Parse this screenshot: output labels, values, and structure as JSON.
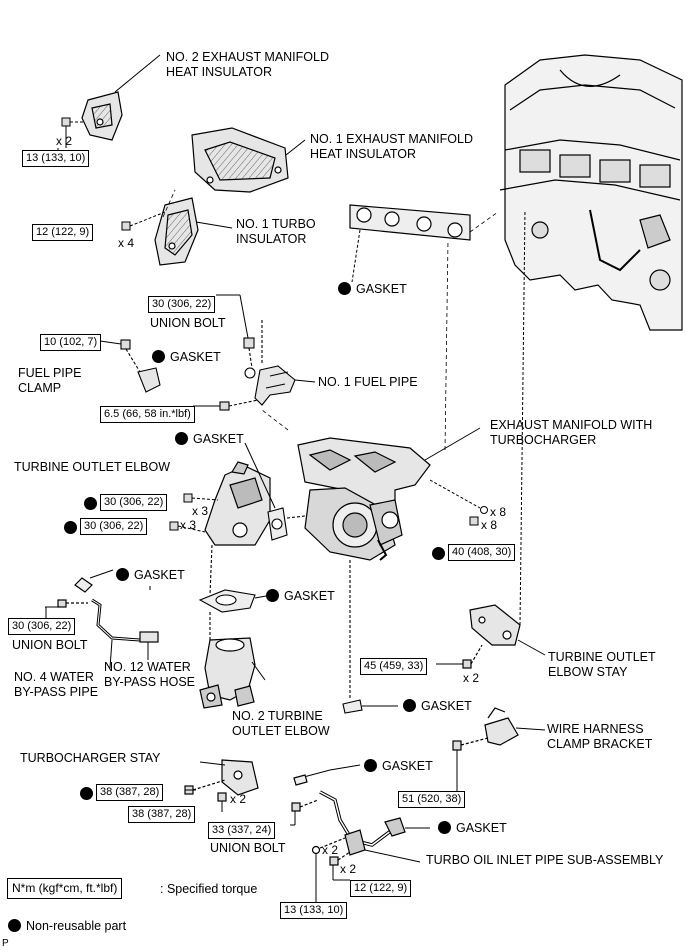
{
  "labels": {
    "no2_exhaust_heat_insulator": [
      "NO. 2 EXHAUST MANIFOLD",
      "HEAT INSULATOR"
    ],
    "no1_exhaust_heat_insulator": [
      "NO. 1 EXHAUST MANIFOLD",
      "HEAT INSULATOR"
    ],
    "no1_turbo_insulator": [
      "NO. 1 TURBO",
      "INSULATOR"
    ],
    "gasket": "GASKET",
    "union_bolt": "UNION BOLT",
    "fuel_pipe_clamp": [
      "FUEL PIPE",
      "CLAMP"
    ],
    "no1_fuel_pipe": "NO. 1 FUEL PIPE",
    "exhaust_manifold_turbo": [
      "EXHAUST MANIFOLD WITH",
      "TURBOCHARGER"
    ],
    "turbine_outlet_elbow": "TURBINE OUTLET ELBOW",
    "no4_water_bypass_pipe": [
      "NO. 4 WATER",
      "BY-PASS PIPE"
    ],
    "no12_water_bypass_hose": [
      "NO. 12 WATER",
      "BY-PASS HOSE"
    ],
    "no2_turbine_outlet_elbow": [
      "NO. 2 TURBINE",
      "OUTLET ELBOW"
    ],
    "turbine_outlet_elbow_stay": [
      "TURBINE OUTLET",
      "ELBOW STAY"
    ],
    "wire_harness_clamp_bracket": [
      "WIRE HARNESS",
      "CLAMP BRACKET"
    ],
    "turbocharger_stay": "TURBOCHARGER STAY",
    "turbo_oil_inlet_pipe": "TURBO OIL INLET PIPE SUB-ASSEMBLY"
  },
  "torques": {
    "t_13_a": "13 (133, 10)",
    "t_12_a": "12 (122, 9)",
    "t_30_union_fuel": "30 (306, 22)",
    "t_10": "10 (102, 7)",
    "t_6_5": "6.5 (66, 58 in.*lbf)",
    "t_30_elbow_1": "30 (306, 22)",
    "t_30_elbow_2": "30 (306, 22)",
    "t_40": "40 (408, 30)",
    "t_30_union_water": "30 (306, 22)",
    "t_45": "45 (459, 33)",
    "t_51": "51 (520, 38)",
    "t_38_a": "38 (387, 28)",
    "t_38_b": "38 (387, 28)",
    "t_33": "33 (337, 24)",
    "t_12_b": "12 (122, 9)",
    "t_13_b": "13 (133, 10)"
  },
  "multipliers": {
    "x2": "x 2",
    "x3": "x 3",
    "x4": "x 4",
    "x8": "x 8"
  },
  "legend": {
    "unit": "N*m (kgf*cm, ft.*lbf)",
    "unit_desc": ": Specified torque",
    "non_reusable": "Non-reusable part"
  },
  "corner_mark": "P",
  "colors": {
    "ink": "#000000",
    "paper": "#ffffff",
    "part_fill": "#e6e6e6",
    "part_shade": "#9a9a9a"
  }
}
